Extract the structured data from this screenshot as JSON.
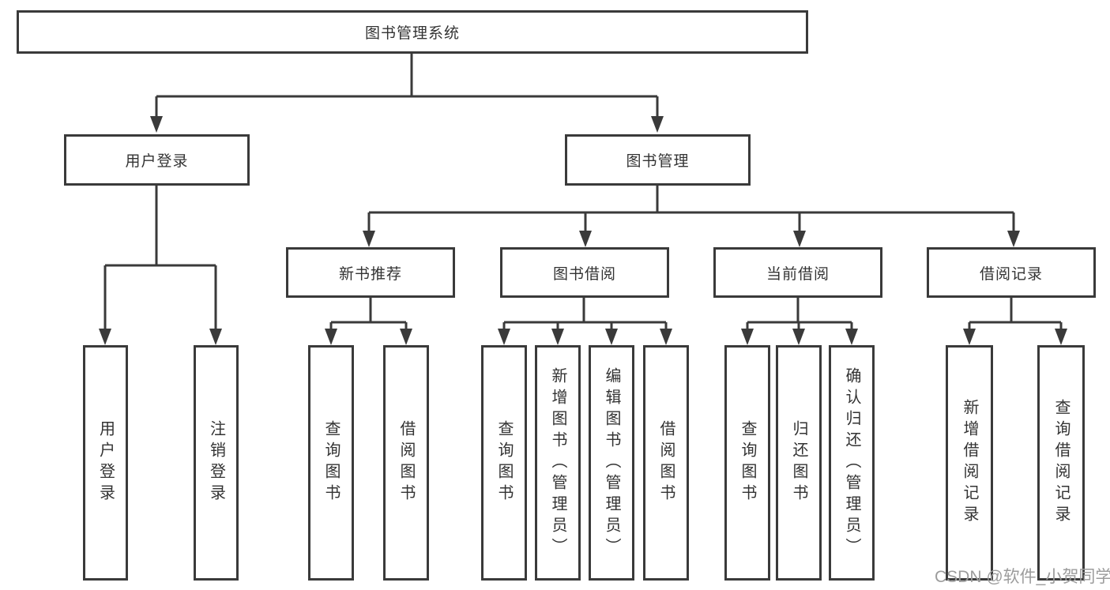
{
  "diagram": {
    "root": {
      "label": "图书管理系统",
      "children": [
        {
          "label": "用户登录",
          "children": [
            {
              "label": "用户登录"
            },
            {
              "label": "注销登录"
            }
          ]
        },
        {
          "label": "图书管理",
          "children": [
            {
              "label": "新书推荐",
              "children": [
                {
                  "label": "查询图书"
                },
                {
                  "label": "借阅图书"
                }
              ]
            },
            {
              "label": "图书借阅",
              "children": [
                {
                  "label": "查询图书"
                },
                {
                  "label": "新增图书（管理员）"
                },
                {
                  "label": "编辑图书（管理员）"
                },
                {
                  "label": "借阅图书"
                }
              ]
            },
            {
              "label": "当前借阅",
              "children": [
                {
                  "label": "查询图书"
                },
                {
                  "label": "归还图书"
                },
                {
                  "label": "确认归还（管理员）"
                }
              ]
            },
            {
              "label": "借阅记录",
              "children": [
                {
                  "label": "新增借阅记录"
                },
                {
                  "label": "查询借阅记录"
                }
              ]
            }
          ]
        }
      ]
    }
  },
  "watermark": {
    "text": "CSDN @软件_小贺同学"
  },
  "colors": {
    "line": "#3a3a3a",
    "text": "#333333",
    "watermark": "#9c9c9c",
    "background": "#ffffff"
  }
}
